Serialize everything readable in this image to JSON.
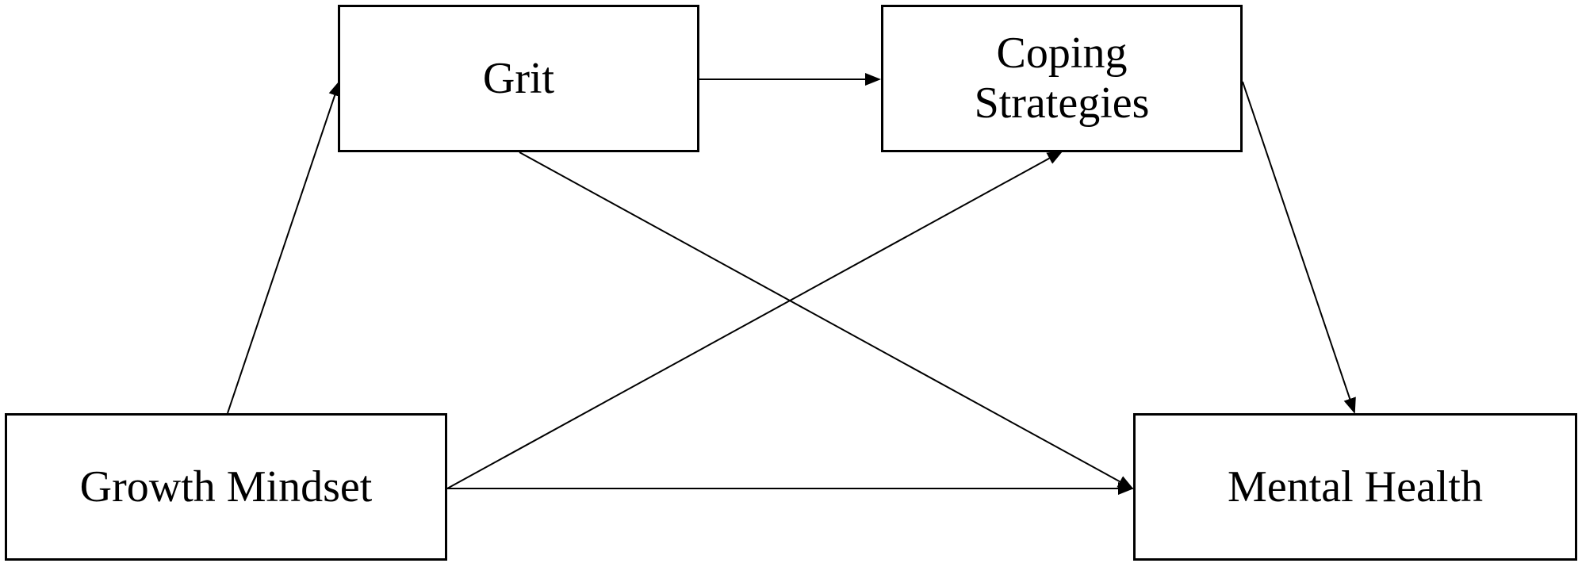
{
  "diagram": {
    "nodes": {
      "grit": {
        "label": "Grit"
      },
      "coping": {
        "label": "Coping\nStrategies"
      },
      "growth": {
        "label": "Growth Mindset"
      },
      "mental": {
        "label": "Mental Health"
      }
    },
    "edges": [
      {
        "from": "growth",
        "to": "grit"
      },
      {
        "from": "grit",
        "to": "coping"
      },
      {
        "from": "coping",
        "to": "mental"
      },
      {
        "from": "grit",
        "to": "mental"
      },
      {
        "from": "growth",
        "to": "coping"
      },
      {
        "from": "growth",
        "to": "mental"
      }
    ]
  }
}
